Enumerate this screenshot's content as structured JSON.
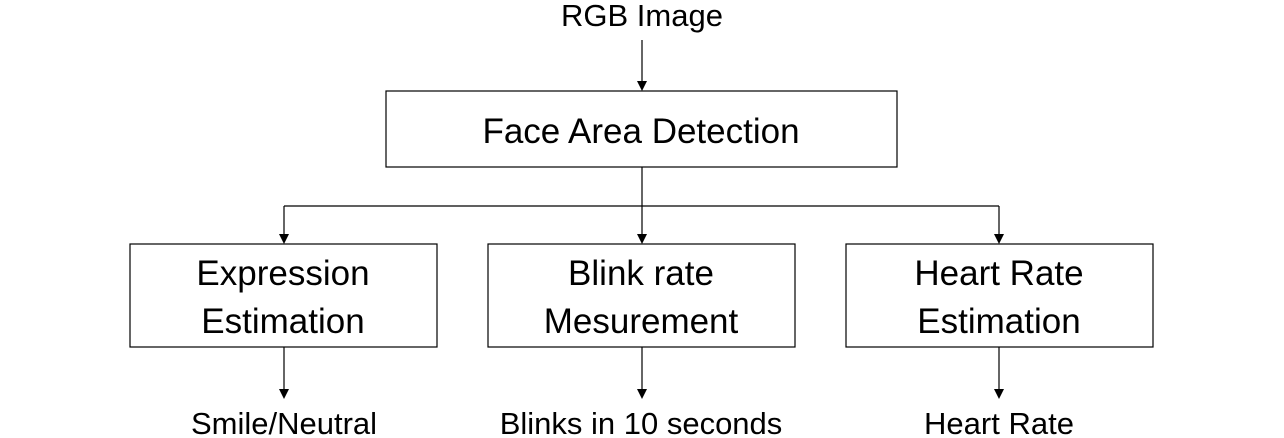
{
  "input": {
    "label": "RGB Image"
  },
  "detector": {
    "label": "Face Area Detection"
  },
  "modules": [
    {
      "line1": "Expression",
      "line2": "Estimation",
      "output": "Smile/Neutral"
    },
    {
      "line1": "Blink rate",
      "line2": "Mesurement",
      "output": "Blinks in 10 seconds"
    },
    {
      "line1": "Heart Rate",
      "line2": "Estimation",
      "output": "Heart Rate"
    }
  ]
}
